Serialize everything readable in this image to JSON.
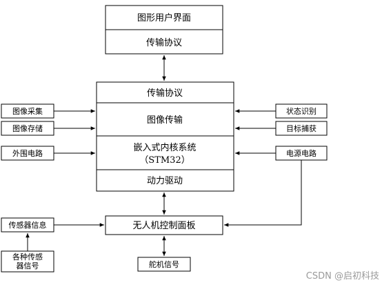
{
  "gui": {
    "title": "图形用户界面",
    "protocol": "传输协议"
  },
  "embedded": {
    "protocol": "传输协议",
    "image_transfer": "图像传输",
    "kernel_line1": "嵌入式内核系统",
    "kernel_line2": "（STM32）",
    "power_drive": "动力驱动"
  },
  "left_inputs": {
    "image_capture": "图像采集",
    "image_storage": "图像存储",
    "peripheral_circuit": "外围电路"
  },
  "right_inputs": {
    "state_recognition": "状态识别",
    "target_capture": "目标捕获",
    "power_circuit": "电源电路"
  },
  "uav_board": "无人机控制面板",
  "sensor_info": "传感器信息",
  "sensors_line1": "各种传感",
  "sensors_line2": "器信号",
  "servo_signal": "舵机信号",
  "watermark": "CSDN @启初科技"
}
